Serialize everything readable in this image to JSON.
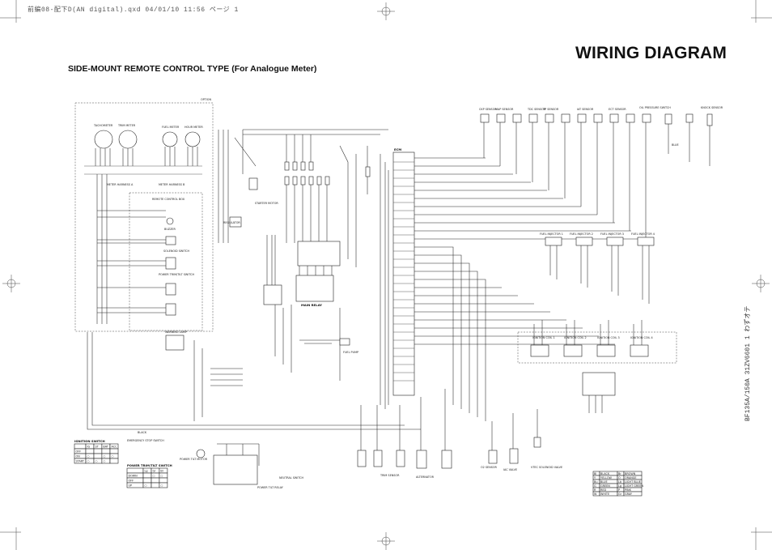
{
  "header_line": "前編08-配下D(AN digital).qxd  04/01/10  11:56  ページ 1",
  "title": "WIRING DIAGRAM",
  "subtitle": "SIDE-MOUNT REMOTE CONTROL TYPE (For Analogue Meter)",
  "side_code": "BF135A/150A  31ZV6601  1 わずオテ",
  "labels": {
    "option": "OPTION",
    "tachometer": "TACHOMETER",
    "trim_meter": "TRIM METER",
    "fuel_meter": "FUEL METER",
    "hour_meter": "HOUR METER",
    "meter_harness_a": "METER HARNESS A",
    "meter_harness_b": "METER HARNESS B",
    "remote_box": "REMOTE CONTROL BOX",
    "buzzer": "BUZZER",
    "solenoid_switch": "SOLENOID SWITCH",
    "tilt_switch": "POWER TRIM/TILT SWITCH",
    "ignition_switch_label": "IGNITION SWITCH",
    "starter_motor": "STARTER MOTOR",
    "regulator": "REGULATOR",
    "ecm": "ECM",
    "main_relay": "MAIN RELAY",
    "fuel_pump": "FUEL PUMP",
    "injector_1": "FUEL INJECTOR 1",
    "injector_2": "FUEL INJECTOR 2",
    "injector_3": "FUEL INJECTOR 3",
    "injector_4": "FUEL INJECTOR 4",
    "coil_1": "IGNITION COIL 1",
    "coil_2": "IGNITION COIL 2",
    "coil_3": "IGNITION COIL 3",
    "coil_4": "IGNITION COIL 4",
    "ckp": "CKP SENSOR",
    "map": "MAP SENSOR",
    "tdc": "TDC SENSOR",
    "tp": "TP SENSOR",
    "iat": "IAT SENSOR",
    "ect": "ECT SENSOR",
    "alternator": "ALTERNATOR",
    "neutral_switch": "NEUTRAL SWITCH",
    "trim_sensor": "TRIM SENSOR",
    "power_tilt_relay": "POWER TILT RELAY",
    "emergency_stop": "EMERGENCY STOP SWITCH",
    "power_tilt_motor": "POWER TILT MOTOR",
    "warning_lamp": "WARNING LAMP",
    "black": "BLACK",
    "iac_valve": "IAC VALVE",
    "vtec": "VTEC SOLENOID VALVE",
    "o2_sensor": "O2 SENSOR",
    "oil_pressure": "OIL PRESSURE SWITCH",
    "knock_sensor": "KNOCK SENSOR"
  },
  "ignition_table": {
    "title": "IGNITION SWITCH",
    "headers": [
      "",
      "IG",
      "ST",
      "BAT",
      "ACC"
    ],
    "rows": [
      [
        "OFF",
        "",
        "",
        "",
        ""
      ],
      [
        "ON",
        "○",
        "",
        "○",
        "○"
      ],
      [
        "START",
        "○",
        "○",
        "○",
        ""
      ]
    ]
  },
  "tilt_table": {
    "title": "POWER TRIM/TILT SWITCH",
    "headers": [
      "",
      "Lg",
      "Gr",
      "Bl"
    ],
    "rows": [
      [
        "DOWN",
        "",
        "○",
        "○"
      ],
      [
        "OFF",
        "",
        "",
        ""
      ],
      [
        "UP",
        "○",
        "",
        "○"
      ]
    ]
  },
  "color_legend": {
    "rows": [
      [
        "Bl",
        "BLACK",
        "Br",
        "BROWN"
      ],
      [
        "Y",
        "YELLOW",
        "O",
        "ORANGE"
      ],
      [
        "Bu",
        "BLUE",
        "Lb",
        "LIGHT BLUE"
      ],
      [
        "G",
        "GREEN",
        "Lg",
        "LIGHT GREEN"
      ],
      [
        "R",
        "RED",
        "P",
        "PINK"
      ],
      [
        "W",
        "WHITE",
        "Gr",
        "GRAY"
      ]
    ]
  }
}
